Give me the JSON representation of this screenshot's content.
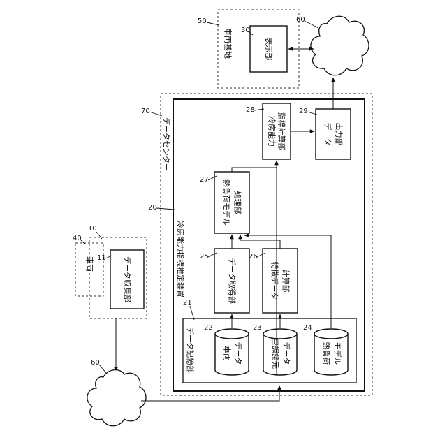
{
  "nodes": {
    "n50": {
      "number": "50",
      "label": "車両基地"
    },
    "n30": {
      "number": "30",
      "label": "表示部"
    },
    "n60_top": {
      "number": "60"
    },
    "n70": {
      "number": "70",
      "label": "データセンター"
    },
    "n20": {
      "number": "20",
      "label": "冷房能力指標推定装置"
    },
    "n28": {
      "number": "28",
      "line1": "冷房能力",
      "line2": "指標計算部"
    },
    "n29": {
      "number": "29",
      "line1": "データ",
      "line2": "出力部"
    },
    "n27": {
      "number": "27",
      "line1": "熱負荷モデル",
      "line2": "処理部"
    },
    "n25": {
      "number": "25",
      "label": "データ取得部"
    },
    "n26": {
      "number": "26",
      "line1": "特徴データ",
      "line2": "計算部"
    },
    "n21": {
      "number": "21",
      "label": "データ記憶部"
    },
    "n22": {
      "number": "22",
      "line1": "車両",
      "line2": "データ"
    },
    "n23": {
      "number": "23",
      "line1": "空調諸元",
      "line2": "データ"
    },
    "n24": {
      "number": "24",
      "line1": "熱負荷",
      "line2": "モデル"
    },
    "n10": {
      "number": "10"
    },
    "n40": {
      "number": "40",
      "label": "車両"
    },
    "n11": {
      "number": "11",
      "label": "データ収集部"
    },
    "n60_bottom": {
      "number": "60"
    }
  }
}
